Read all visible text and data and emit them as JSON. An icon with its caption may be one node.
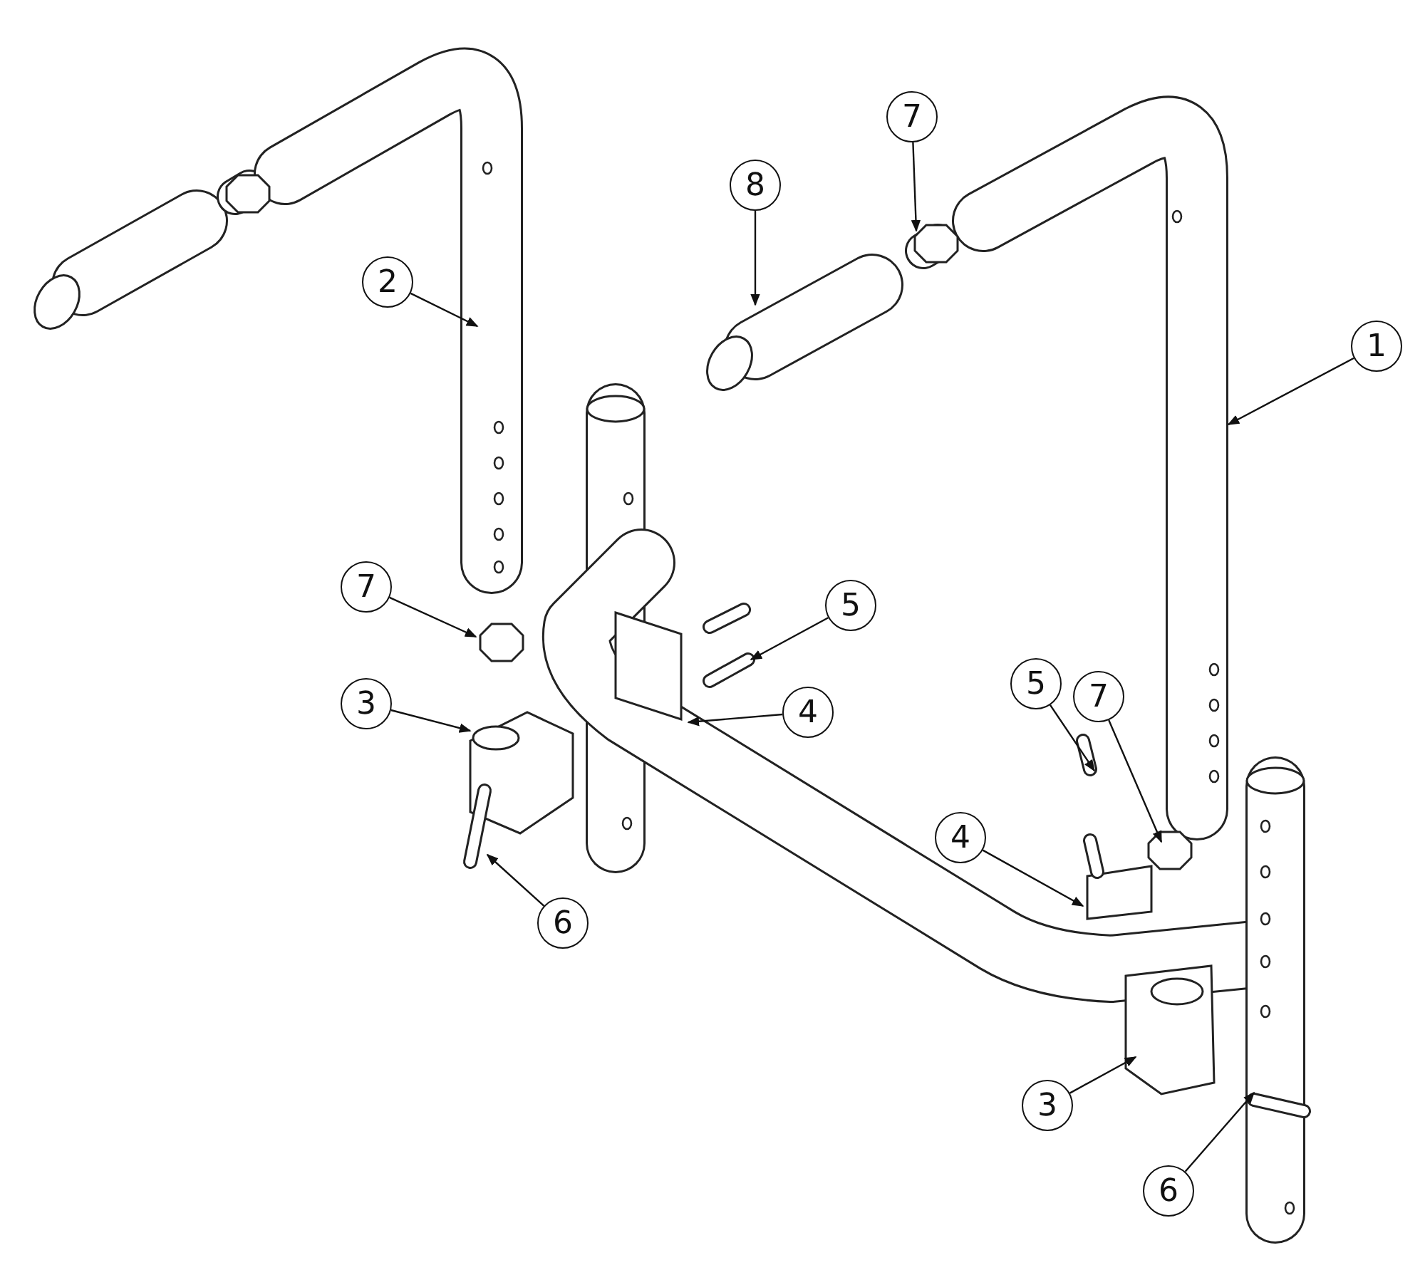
{
  "diagram": {
    "nodes": [
      {
        "text": [
          "7"
        ]
      },
      {
        "text": [
          "8"
        ]
      },
      {
        "text": [
          "2"
        ]
      },
      {
        "text": [
          "1"
        ]
      },
      {
        "text": [
          "7"
        ]
      },
      {
        "text": [
          "5"
        ]
      },
      {
        "text": [
          "5"
        ]
      },
      {
        "text": [
          "7"
        ]
      },
      {
        "text": [
          "3"
        ]
      },
      {
        "text": [
          "4"
        ]
      },
      {
        "text": [
          "4"
        ]
      },
      {
        "text": [
          "6"
        ]
      },
      {
        "text": [
          "3"
        ]
      },
      {
        "text": [
          "6"
        ]
      }
    ],
    "edges": [
      {
        "from": 0,
        "to": null,
        "arrow": "to"
      },
      {
        "from": 1,
        "to": null,
        "arrow": "to"
      },
      {
        "from": 2,
        "to": null,
        "arrow": "to"
      },
      {
        "from": 3,
        "to": null,
        "arrow": "to"
      },
      {
        "from": 4,
        "to": null,
        "arrow": "to"
      },
      {
        "from": 5,
        "to": null,
        "arrow": "to"
      },
      {
        "from": 6,
        "to": null,
        "arrow": "to"
      },
      {
        "from": 7,
        "to": null,
        "arrow": "to"
      },
      {
        "from": 8,
        "to": null,
        "arrow": "to"
      },
      {
        "from": 9,
        "to": null,
        "arrow": "to"
      },
      {
        "from": 10,
        "to": null,
        "arrow": "to"
      },
      {
        "from": 11,
        "to": null,
        "arrow": "to"
      },
      {
        "from": 12,
        "to": null,
        "arrow": "to"
      },
      {
        "from": 13,
        "to": null,
        "arrow": "to"
      }
    ]
  }
}
